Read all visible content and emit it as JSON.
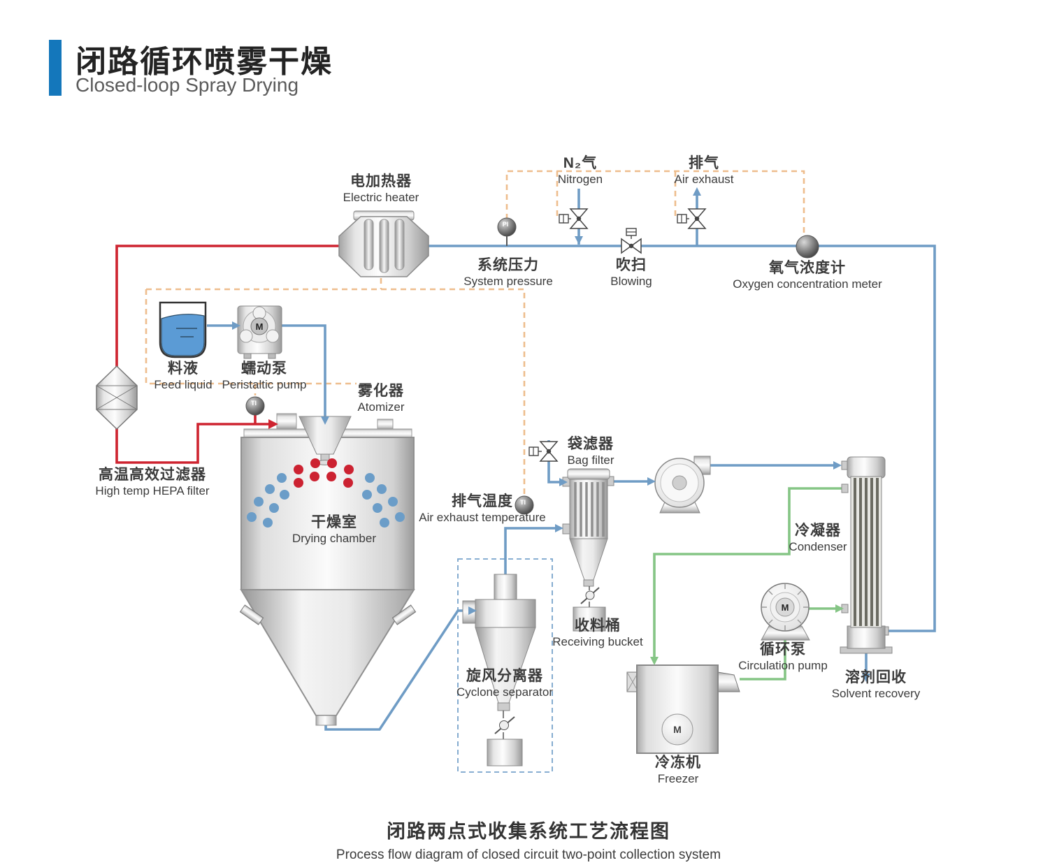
{
  "header": {
    "title_zh": "闭路循环喷雾干燥",
    "title_en": "Closed-loop Spray Drying"
  },
  "caption": {
    "zh": "闭路两点式收集系统工艺流程图",
    "en": "Process flow diagram of closed circuit two-point collection system"
  },
  "labels": {
    "electric_heater": {
      "zh": "电加热器",
      "en": "Electric heater"
    },
    "system_pressure": {
      "zh": "系统压力",
      "en": "System pressure"
    },
    "nitrogen": {
      "zh": "N₂气",
      "en": "Nitrogen"
    },
    "blowing": {
      "zh": "吹扫",
      "en": "Blowing"
    },
    "air_exhaust": {
      "zh": "排气",
      "en": "Air exhaust"
    },
    "oxygen_meter": {
      "zh": "氧气浓度计",
      "en": "Oxygen concentration meter"
    },
    "feed_liquid": {
      "zh": "料液",
      "en": "Feed liquid"
    },
    "peristaltic_pump": {
      "zh": "蠕动泵",
      "en": "Peristaltic pump"
    },
    "atomizer": {
      "zh": "雾化器",
      "en": "Atomizer"
    },
    "hepa_filter": {
      "zh": "高温高效过滤器",
      "en": "High temp HEPA filter"
    },
    "drying_chamber": {
      "zh": "干燥室",
      "en": "Drying chamber"
    },
    "air_exhaust_temp": {
      "zh": "排气温度",
      "en": "Air exhaust temperature"
    },
    "bag_filter": {
      "zh": "袋滤器",
      "en": "Bag filter"
    },
    "cyclone_separator": {
      "zh": "旋风分离器",
      "en": "Cyclone separator"
    },
    "receiving_bucket": {
      "zh": "收料桶",
      "en": "Receiving bucket"
    },
    "condenser": {
      "zh": "冷凝器",
      "en": "Condenser"
    },
    "circulation_pump": {
      "zh": "循环泵",
      "en": "Circulation pump"
    },
    "solvent_recovery": {
      "zh": "溶剂回收",
      "en": "Solvent recovery"
    },
    "freezer": {
      "zh": "冷冻机",
      "en": "Freezer"
    }
  },
  "instruments": {
    "pressure_indicator": "PI",
    "temperature_indicator": "TI",
    "motor": "M"
  },
  "colors": {
    "accent": "#1477bb",
    "pipe_hot_red": "#ce2430",
    "pipe_gas_blue": "#6f9cc5",
    "pipe_coolant_green": "#85c585",
    "signal_dash_orange": "#eebd8d",
    "collection_box_dash_blue": "#78a3cb"
  }
}
